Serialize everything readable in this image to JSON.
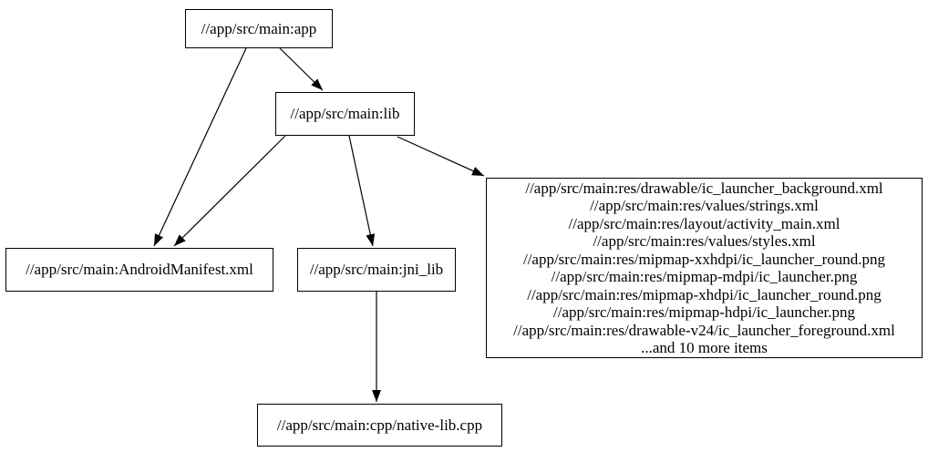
{
  "diagram": {
    "type": "dependency-graph",
    "colors": {
      "background": "#ffffff",
      "node_border": "#000000",
      "node_fill": "#ffffff",
      "edge": "#000000",
      "text": "#000000"
    },
    "nodes": {
      "app": {
        "label": "//app/src/main:app"
      },
      "lib": {
        "label": "//app/src/main:lib"
      },
      "manifest": {
        "label": "//app/src/main:AndroidManifest.xml"
      },
      "jni_lib": {
        "label": "//app/src/main:jni_lib"
      },
      "cpp": {
        "label": "//app/src/main:cpp/native-lib.cpp"
      },
      "res": {
        "lines": [
          "//app/src/main:res/drawable/ic_launcher_background.xml",
          "//app/src/main:res/values/strings.xml",
          "//app/src/main:res/layout/activity_main.xml",
          "//app/src/main:res/values/styles.xml",
          "//app/src/main:res/mipmap-xxhdpi/ic_launcher_round.png",
          "//app/src/main:res/mipmap-mdpi/ic_launcher.png",
          "//app/src/main:res/mipmap-xhdpi/ic_launcher_round.png",
          "//app/src/main:res/mipmap-hdpi/ic_launcher.png",
          "//app/src/main:res/drawable-v24/ic_launcher_foreground.xml",
          "...and 10 more items"
        ]
      }
    },
    "edges": [
      {
        "from": "app",
        "to": "lib"
      },
      {
        "from": "app",
        "to": "manifest"
      },
      {
        "from": "lib",
        "to": "manifest"
      },
      {
        "from": "lib",
        "to": "jni_lib"
      },
      {
        "from": "lib",
        "to": "res"
      },
      {
        "from": "jni_lib",
        "to": "cpp"
      }
    ]
  }
}
